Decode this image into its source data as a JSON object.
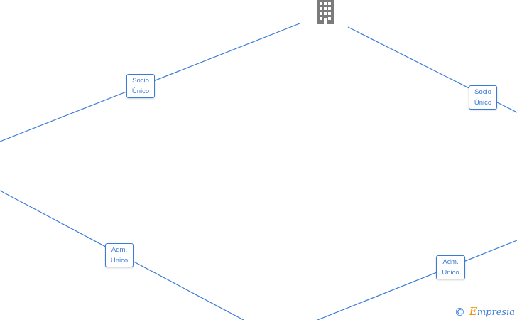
{
  "diagram": {
    "company_icon": "building-icon",
    "edge_color": "#3a7bd5",
    "edges": [
      {
        "id": "top-left",
        "label_line1": "Socio",
        "label_line2": "Único"
      },
      {
        "id": "top-right",
        "label_line1": "Socio",
        "label_line2": "Único"
      },
      {
        "id": "bottom-left",
        "label_line1": "Adm.",
        "label_line2": "Unico"
      },
      {
        "id": "bottom-right",
        "label_line1": "Adm.",
        "label_line2": "Unico"
      }
    ]
  },
  "watermark": {
    "copyright": "©",
    "brand_initial": "E",
    "brand_rest": "mpresia",
    "brand_color": "#3a7bd5",
    "accent_color": "#f28c00"
  }
}
